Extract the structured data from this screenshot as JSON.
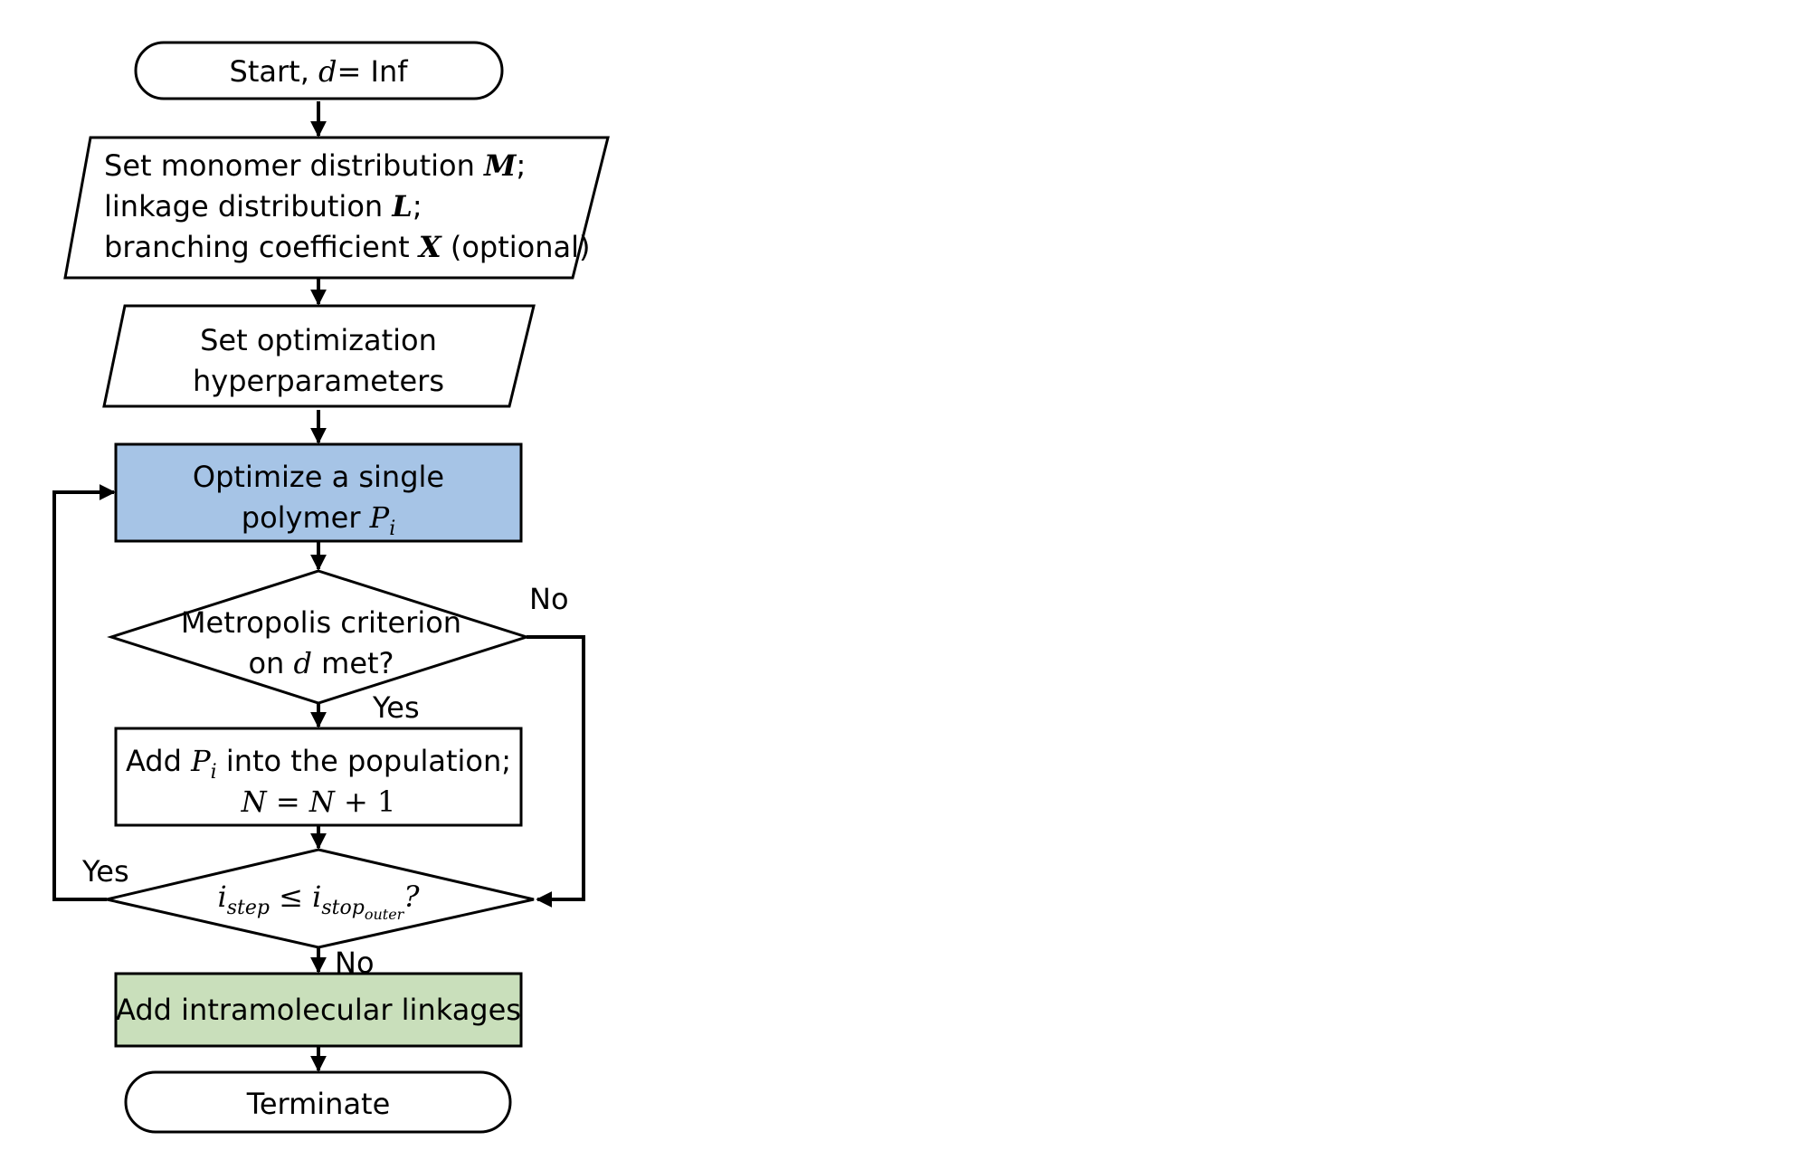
{
  "nodes": {
    "start": {
      "prefix": "Start, ",
      "var": "d",
      "suffix": "= Inf"
    },
    "set_dist": {
      "line1": {
        "pre": "Set monomer distribution ",
        "var": "M",
        "post": ";"
      },
      "line2": {
        "pre": "linkage distribution ",
        "var": "L",
        "post": ";"
      },
      "line3": {
        "pre": "branching coefficient ",
        "var": "X",
        "post": " (optional)"
      }
    },
    "set_hyper": {
      "line1": "Set optimization",
      "line2": "hyperparameters"
    },
    "optimize": {
      "line1": "Optimize a single",
      "line2_pre": "polymer ",
      "var": "P",
      "sub": "i"
    },
    "metropolis": {
      "line1": "Metropolis criterion",
      "line2_pre": "on ",
      "var": "d",
      "line2_post": " met?"
    },
    "add_pop": {
      "line1_pre": "Add ",
      "var": "P",
      "sub": "i",
      "line1_post": " into the population;",
      "line2": {
        "lhs": "N",
        "eq": " = ",
        "rhs": "N",
        "plus": " + ",
        "one": "1"
      }
    },
    "loop_check": {
      "var1": "i",
      "sub1": "step",
      "op": " ≤ ",
      "var2": "i",
      "sub2": "stop",
      "subsub2": "outer",
      "q": "?"
    },
    "intra": {
      "label": "Add intramolecular linkages"
    },
    "terminate": {
      "label": "Terminate"
    }
  },
  "edge_labels": {
    "metropolis_no": "No",
    "metropolis_yes": "Yes",
    "loop_yes": "Yes",
    "loop_no": "No"
  },
  "colors": {
    "optimize_fill": "#a6c4e6",
    "intra_fill": "#c9dfbb"
  }
}
